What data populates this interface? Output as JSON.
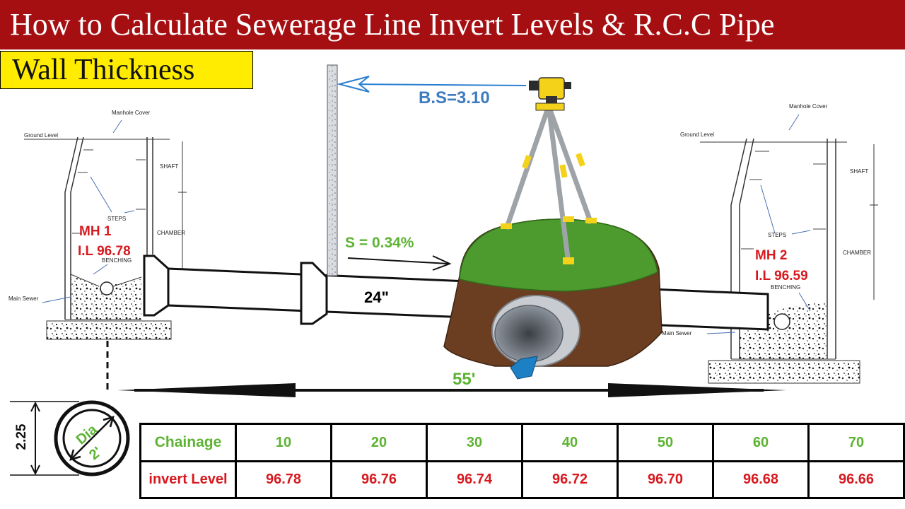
{
  "header": {
    "title": "How to Calculate Sewerage Line Invert Levels & R.C.C Pipe",
    "subtitle": "Wall Thickness"
  },
  "colors": {
    "title_bg": "#a50f12",
    "subtitle_bg": "#ffec00",
    "red": "#d7191f",
    "green": "#5cb332",
    "blue": "#3e7cc0"
  },
  "manhole_left": {
    "manhole_cover": "Manhole Cover",
    "ground_level": "Ground Level",
    "shaft": "SHAFT",
    "steps": "STEPS",
    "chamber": "CHAMBER",
    "benching": "BENCHING",
    "main_sewer": "Main Sewer",
    "name": "MH 1",
    "invert": "I.L 96.78"
  },
  "manhole_right": {
    "manhole_cover": "Manhole Cover",
    "ground_level": "Ground Level",
    "shaft": "SHAFT",
    "steps": "STEPS",
    "chamber": "CHAMBER",
    "benching": "BENCHING",
    "main_sewer": "Main Sewer",
    "name": "MH 2",
    "invert": "I.L 96.59"
  },
  "survey": {
    "back_sight": "B.S=3.10",
    "slope": "S = 0.34%",
    "pipe_size": "24\"",
    "distance": "55'"
  },
  "pipe_section": {
    "outer": "2.25",
    "dia_label": "Dia",
    "dia_value": "2'"
  },
  "table": {
    "row1_label": "Chainage",
    "row2_label": "invert Level",
    "chainage": [
      "10",
      "20",
      "30",
      "40",
      "50",
      "60",
      "70"
    ],
    "invert_levels": [
      "96.78",
      "96.76",
      "96.74",
      "96.72",
      "96.70",
      "96.68",
      "96.66"
    ]
  }
}
